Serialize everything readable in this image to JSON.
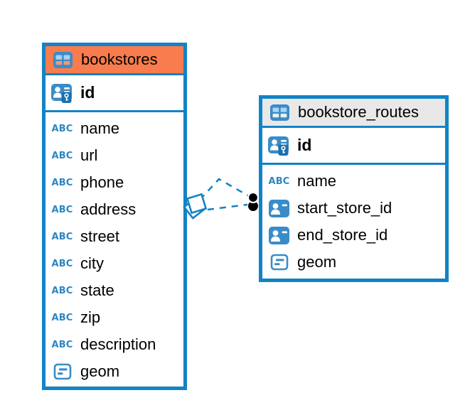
{
  "diagram": {
    "kind": "entity-relationship-diagram",
    "colors": {
      "accent_blue": "#1283C6",
      "icon_blue": "#3A8CC8",
      "bookstores_header": "#F87C4D",
      "routes_header": "#E8E8E8",
      "text": "#000000",
      "relationship_dot": "#000000"
    },
    "relationships": [
      {
        "from_table": "bookstores",
        "to_table": "bookstore_routes",
        "line_style": "dashed",
        "line_count": 2
      }
    ]
  },
  "tables": [
    {
      "name": "bookstores",
      "columns": [
        {
          "name": "id",
          "type": "primary-key"
        },
        {
          "name": "name",
          "type": "text"
        },
        {
          "name": "url",
          "type": "text"
        },
        {
          "name": "phone",
          "type": "text"
        },
        {
          "name": "address",
          "type": "text"
        },
        {
          "name": "street",
          "type": "text"
        },
        {
          "name": "city",
          "type": "text"
        },
        {
          "name": "state",
          "type": "text"
        },
        {
          "name": "zip",
          "type": "text"
        },
        {
          "name": "description",
          "type": "text"
        },
        {
          "name": "geom",
          "type": "geometry"
        }
      ]
    },
    {
      "name": "bookstore_routes",
      "columns": [
        {
          "name": "id",
          "type": "primary-key"
        },
        {
          "name": "name",
          "type": "text"
        },
        {
          "name": "start_store_id",
          "type": "foreign-key"
        },
        {
          "name": "end_store_id",
          "type": "foreign-key"
        },
        {
          "name": "geom",
          "type": "geometry"
        }
      ]
    }
  ],
  "icons": {
    "abc_label": "ABC"
  }
}
